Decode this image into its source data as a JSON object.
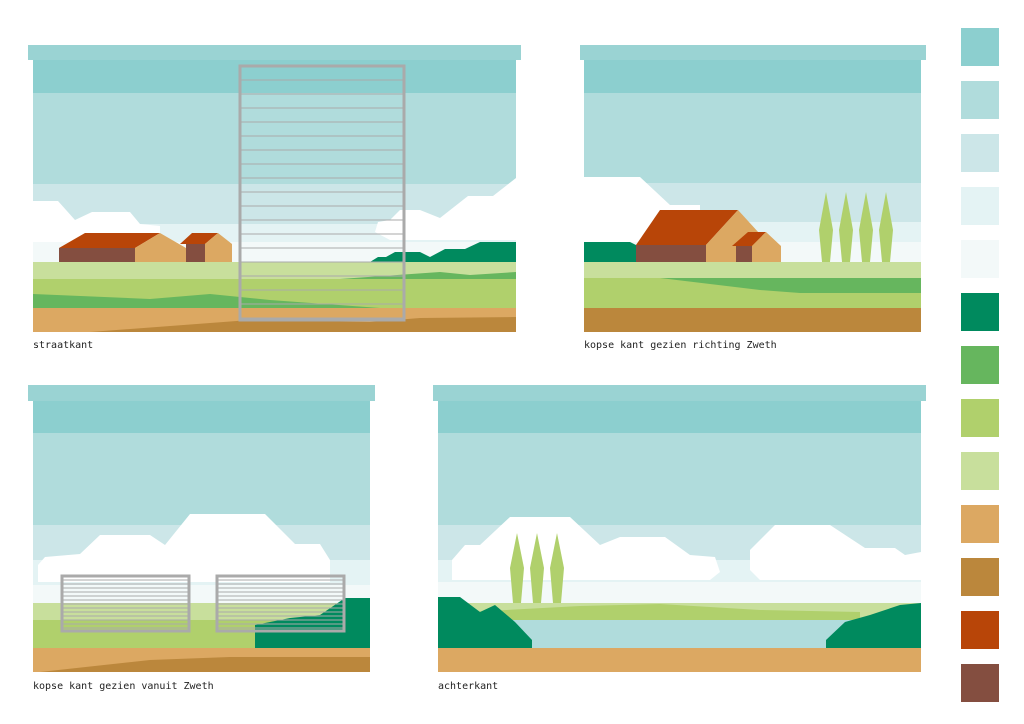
{
  "captions": {
    "panel1": "straatkant",
    "panel2": "kopse kant gezien richting Zweth",
    "panel3": "kopse kant gezien vanuit Zweth",
    "panel4": "achterkant"
  },
  "palette": [
    "#8ccfcf",
    "#b0dcdc",
    "#cce6e8",
    "#e4f3f4",
    "#f3f9f9",
    "#008a5e",
    "#66b65e",
    "#b0d06c",
    "#c8df9c",
    "#dca862",
    "#bb873c",
    "#b84508",
    "#844e40"
  ]
}
